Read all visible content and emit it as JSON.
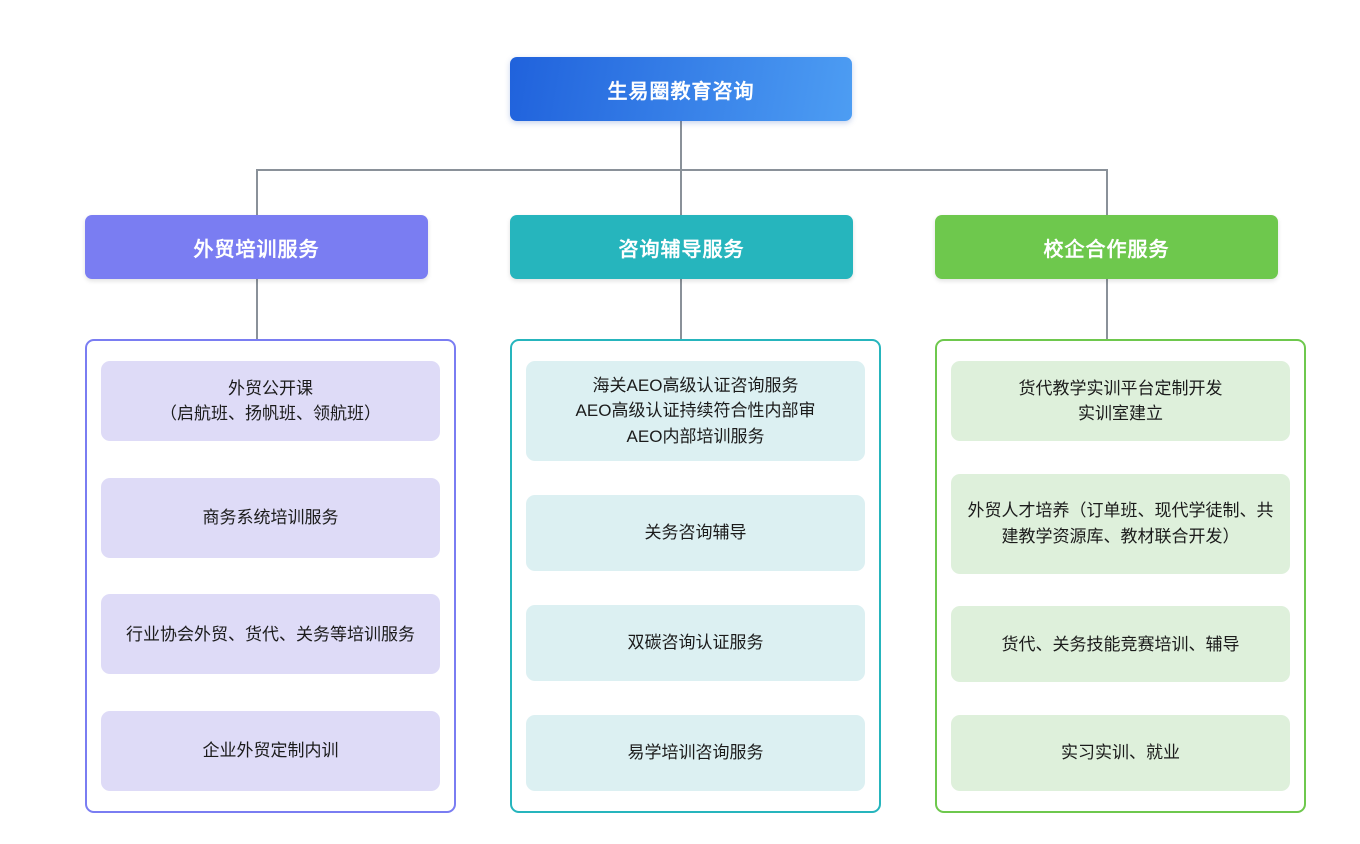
{
  "root": {
    "label": "生易圈教育咨询"
  },
  "colors": {
    "root_gradient_start": "#2062dc",
    "root_gradient_end": "#4d9df3",
    "branch1": "#7a7df2",
    "branch2": "#26b5bd",
    "branch3": "#6ec84d",
    "branch1_item_bg": "#dedbf7",
    "branch2_item_bg": "#dcf0f2",
    "branch3_item_bg": "#def0db",
    "connector": "#8a9199",
    "item_text": "#1b1b1b"
  },
  "branches": [
    {
      "label": "外贸培训服务",
      "items": [
        {
          "lines": [
            "外贸公开课",
            "（启航班、扬帆班、领航班）"
          ]
        },
        {
          "lines": [
            "商务系统培训服务"
          ]
        },
        {
          "lines": [
            "行业协会外贸、货代、关务等培训服务"
          ]
        },
        {
          "lines": [
            "企业外贸定制内训"
          ]
        }
      ]
    },
    {
      "label": "咨询辅导服务",
      "items": [
        {
          "lines": [
            "海关AEO高级认证咨询服务",
            "AEO高级认证持续符合性内部审",
            "AEO内部培训服务"
          ]
        },
        {
          "lines": [
            "关务咨询辅导"
          ]
        },
        {
          "lines": [
            "双碳咨询认证服务"
          ]
        },
        {
          "lines": [
            "易学培训咨询服务"
          ]
        }
      ]
    },
    {
      "label": "校企合作服务",
      "items": [
        {
          "lines": [
            "货代教学实训平台定制开发",
            "实训室建立"
          ]
        },
        {
          "lines": [
            "外贸人才培养（订单班、现代学徒制、共建教学资源库、教材联合开发）"
          ]
        },
        {
          "lines": [
            "货代、关务技能竞赛培训、辅导"
          ]
        },
        {
          "lines": [
            "实习实训、就业"
          ]
        }
      ]
    }
  ]
}
